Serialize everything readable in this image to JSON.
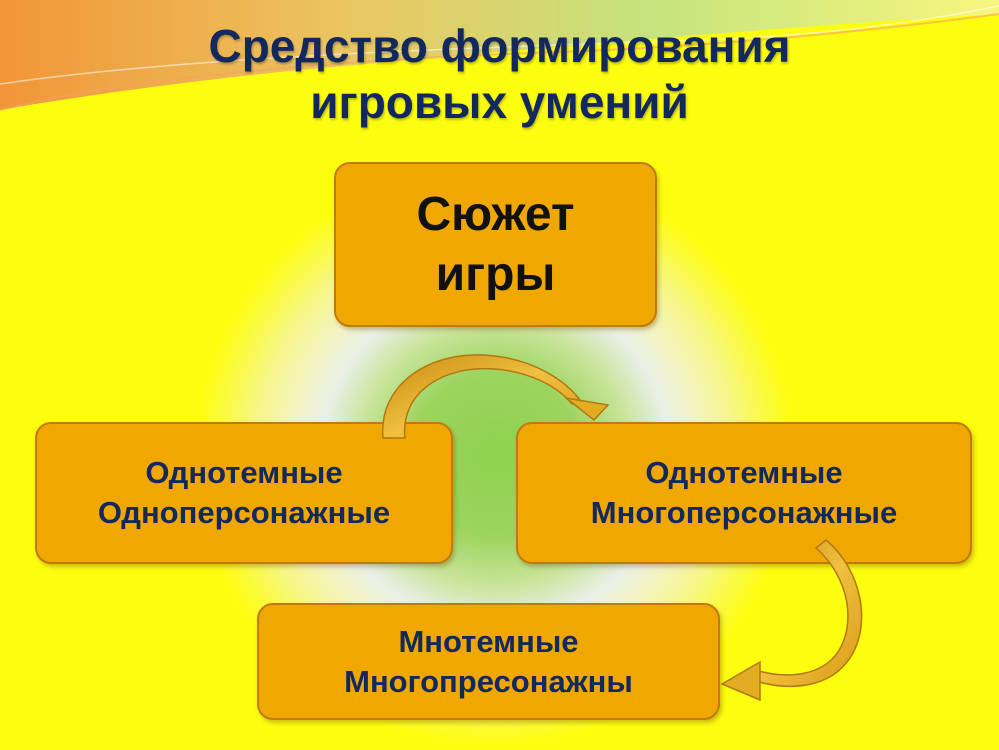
{
  "title": {
    "line1": "Средство формирования",
    "line2": "игровых умений"
  },
  "boxes": {
    "main": {
      "line1": "Сюжет",
      "line2": "игры"
    },
    "left": {
      "line1": "Однотемные",
      "line2": "Одноперсонажные"
    },
    "right": {
      "line1": "Однотемные",
      "line2": "Многоперсонажные"
    },
    "bottom": {
      "line1": "Мнотемные",
      "line2": "Многопресонажны"
    }
  },
  "colors": {
    "box_fill": "#f0a800",
    "title_text": "#13295e",
    "arrow": "#d9a21a"
  }
}
